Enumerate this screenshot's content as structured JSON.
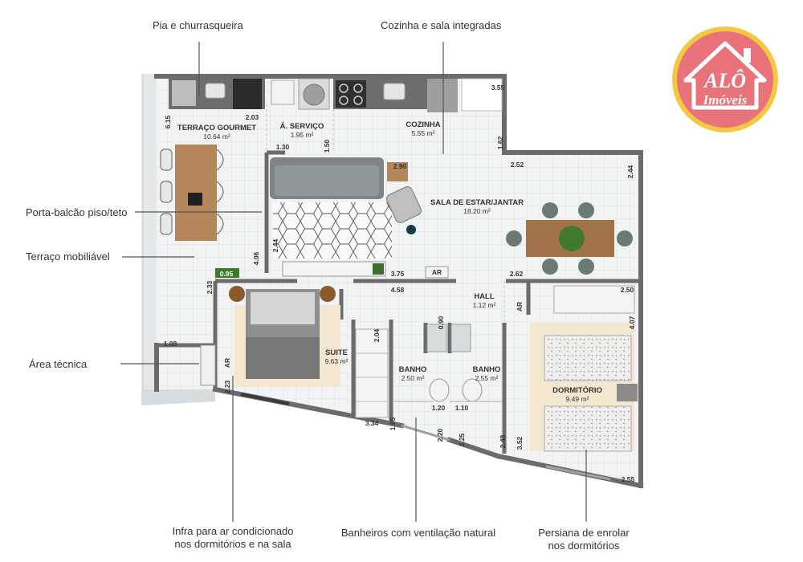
{
  "callouts": {
    "pia": "Pia e churrasqueira",
    "cozinha_sala": "Cozinha e sala integradas",
    "porta_balcao": "Porta-balcão piso/teto",
    "terraco_mob": "Terraço mobiliável",
    "area_tecnica": "Área técnica",
    "infra_l1": "Infra para ar condicionado",
    "infra_l2": "nos dormitórios e na sala",
    "banheiros": "Banheiros com ventilação natural",
    "persiana_l1": "Persiana de enrolar",
    "persiana_l2": "nos dormitórios"
  },
  "rooms": {
    "terraco": {
      "name": "TERRAÇO GOURMET",
      "area": "10.64 m²"
    },
    "servico": {
      "name": "Á. SERVIÇO",
      "area": "1.95 m²"
    },
    "cozinha": {
      "name": "COZINHA",
      "area": "5.55 m²"
    },
    "sala": {
      "name": "SALA DE ESTAR/JANTAR",
      "area": "18.20 m²"
    },
    "hall": {
      "name": "HALL",
      "area": "1.12 m²"
    },
    "suite": {
      "name": "SUITE",
      "area": "9.63 m²"
    },
    "banho1": {
      "name": "BANHO",
      "area": "2.50 m²"
    },
    "banho2": {
      "name": "BANHO",
      "area": "2.55 m²"
    },
    "dormitorio": {
      "name": "DORMITÓRIO",
      "area": "9.49 m²"
    }
  },
  "dims": {
    "d615": "6.15",
    "d203": "2.03",
    "d355": "3.55",
    "d130": "1.30",
    "d150": "1.50",
    "d162": "1.62",
    "d252": "2.52",
    "d244a": "2.44",
    "d290": "2.90",
    "d406": "4.06",
    "d244b": "2.44",
    "d095": "0.95",
    "d233": "2.33",
    "d375": "3.75",
    "d262": "2.62",
    "d458": "4.58",
    "d250": "2.50",
    "d407": "4.07",
    "d090": "0.90",
    "d204": "2.04",
    "d108": "1.08",
    "d223": "2.23",
    "d334": "3.34",
    "d195": "1.95",
    "d120": "1.20",
    "d110": "1.10",
    "d220": "2.20",
    "d225": "2.25",
    "d248": "2.48",
    "d352": "3.52",
    "d255": "2.55"
  },
  "ar_label": "AR",
  "logo": {
    "line1": "ALÔ",
    "line2": "Imóveis",
    "ring_color": "#f5c842",
    "fill_color": "#e8737a"
  }
}
